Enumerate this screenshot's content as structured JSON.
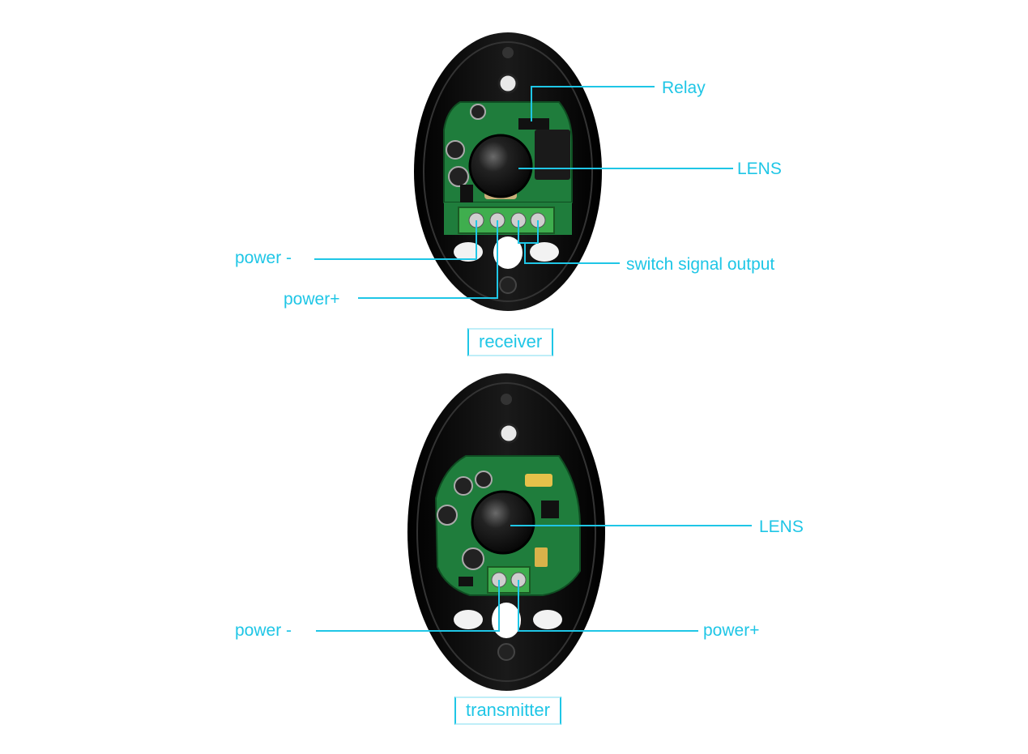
{
  "colors": {
    "callout": "#1fc6e6",
    "housing": "#0a0a0a",
    "pcb": "#1e7a3a",
    "terminal": "#3fae4e",
    "lens": "#111111"
  },
  "receiver": {
    "caption": "receiver",
    "labels": {
      "relay": "Relay",
      "lens": "LENS",
      "power_minus": "power -",
      "power_plus": "power+",
      "switch_output": "switch signal output"
    }
  },
  "transmitter": {
    "caption": "transmitter",
    "labels": {
      "lens": "LENS",
      "power_minus": "power -",
      "power_plus": "power+"
    }
  }
}
